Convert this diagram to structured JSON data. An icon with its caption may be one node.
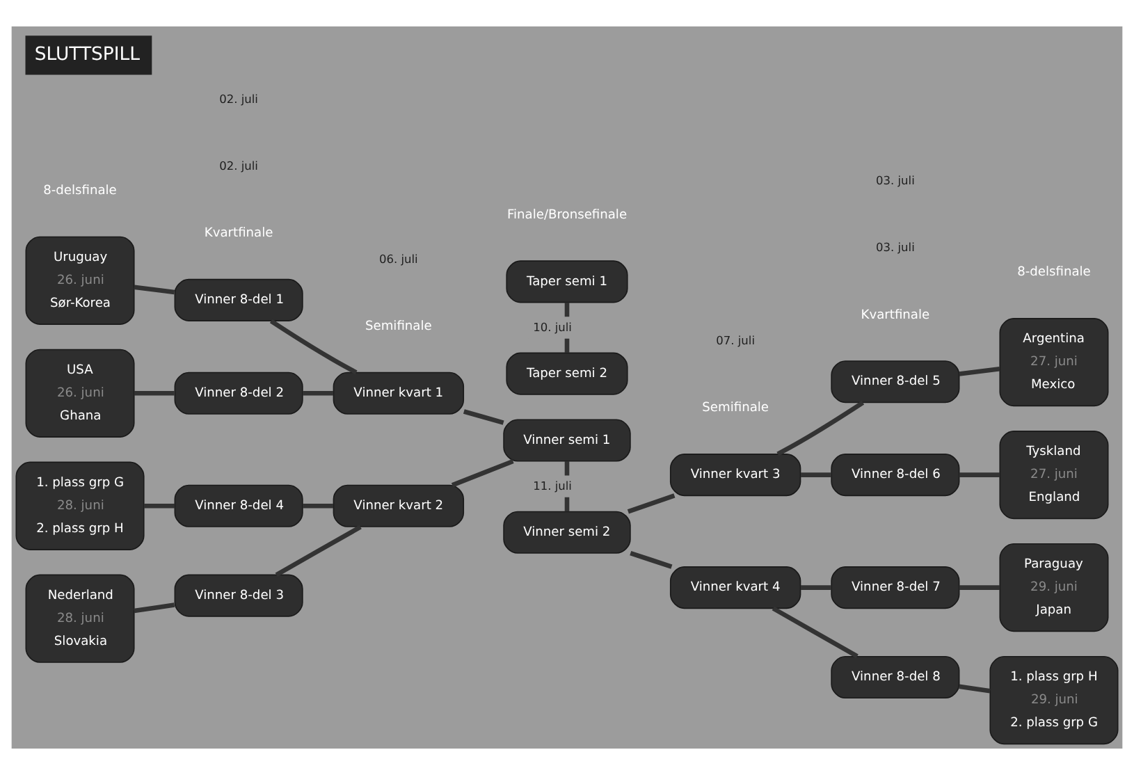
{
  "diagram": {
    "title": "SLUTTSPILL",
    "nodes": [
      {
        "text": [
          "Uruguay",
          "26. juni",
          "Sør-Korea"
        ]
      },
      {
        "text": [
          "Vinner 8-del 1"
        ]
      },
      {
        "text": [
          "USA",
          "26. juni",
          "Ghana"
        ]
      },
      {
        "text": [
          "Vinner 8-del 2"
        ]
      },
      {
        "text": [
          "Vinner kvart 1"
        ]
      },
      {
        "text": [
          "Vinner semi 1"
        ]
      },
      {
        "text": [
          "Vinner kvart 3"
        ]
      },
      {
        "text": [
          "Vinner 8-del 5"
        ]
      },
      {
        "text": [
          "Argentina",
          "27. juni",
          "Mexico"
        ]
      },
      {
        "text": [
          "Vinner 8-del 6"
        ]
      },
      {
        "text": [
          "Tyskland",
          "27. juni",
          "England"
        ]
      },
      {
        "text": [
          "Nederland",
          "28. juni",
          "Slovakia"
        ]
      },
      {
        "text": [
          "Vinner 8-del 3"
        ]
      },
      {
        "text": [
          "Vinner semi 2"
        ]
      },
      {
        "text": [
          "Vinner 8-del 7"
        ]
      },
      {
        "text": [
          "Paraguay",
          "29. juni",
          "Japan"
        ]
      },
      {
        "text": [
          "1. plass grp G",
          "28. juni",
          "2. plass grp H"
        ]
      },
      {
        "text": [
          "Vinner 8-del 4"
        ]
      },
      {
        "text": [
          "Vinner kvart 2"
        ]
      },
      {
        "text": [
          "Vinner kvart 4"
        ]
      },
      {
        "text": [
          "Vinner 8-del 8"
        ]
      },
      {
        "text": [
          "1. plass grp H",
          "29. juni",
          "2. plass grp G"
        ]
      },
      {
        "text": [
          "Taper semi 1"
        ]
      },
      {
        "text": [
          "Taper semi 2"
        ]
      }
    ],
    "edges": [
      {
        "from": 0,
        "to": 1,
        "arrow": "none"
      },
      {
        "from": 2,
        "to": 3,
        "arrow": "none"
      },
      {
        "from": 11,
        "to": 12,
        "arrow": "none"
      },
      {
        "from": 16,
        "to": 17,
        "arrow": "none"
      },
      {
        "from": 1,
        "to": 4,
        "arrow": "none"
      },
      {
        "from": 3,
        "to": 4,
        "arrow": "none"
      },
      {
        "from": 12,
        "to": 18,
        "arrow": "none"
      },
      {
        "from": 17,
        "to": 18,
        "arrow": "none"
      },
      {
        "from": 4,
        "to": 5,
        "arrow": "none"
      },
      {
        "from": 18,
        "to": 5,
        "arrow": "none"
      },
      {
        "from": 5,
        "to": 13,
        "arrow": "none",
        "label": "11. juli"
      },
      {
        "from": 22,
        "to": 23,
        "arrow": "none",
        "label": "10. juli"
      },
      {
        "from": 13,
        "to": 6,
        "arrow": "none"
      },
      {
        "from": 13,
        "to": 19,
        "arrow": "none"
      },
      {
        "from": 6,
        "to": 7,
        "arrow": "none"
      },
      {
        "from": 6,
        "to": 9,
        "arrow": "none"
      },
      {
        "from": 19,
        "to": 14,
        "arrow": "none"
      },
      {
        "from": 19,
        "to": 20,
        "arrow": "none"
      },
      {
        "from": 7,
        "to": 8,
        "arrow": "none"
      },
      {
        "from": 9,
        "to": 10,
        "arrow": "none"
      },
      {
        "from": 14,
        "to": 15,
        "arrow": "none"
      },
      {
        "from": 20,
        "to": 21,
        "arrow": "none"
      }
    ],
    "labels": [
      "8-delsfinale",
      "Kvartfinale",
      "Semifinale",
      "Finale/Bronsefinale",
      "Semifinale",
      "Kvartfinale",
      "8-delsfinale",
      "02. juli",
      "03. juli",
      "06. juli",
      "07. juli",
      "02. juli",
      "03. juli"
    ]
  }
}
